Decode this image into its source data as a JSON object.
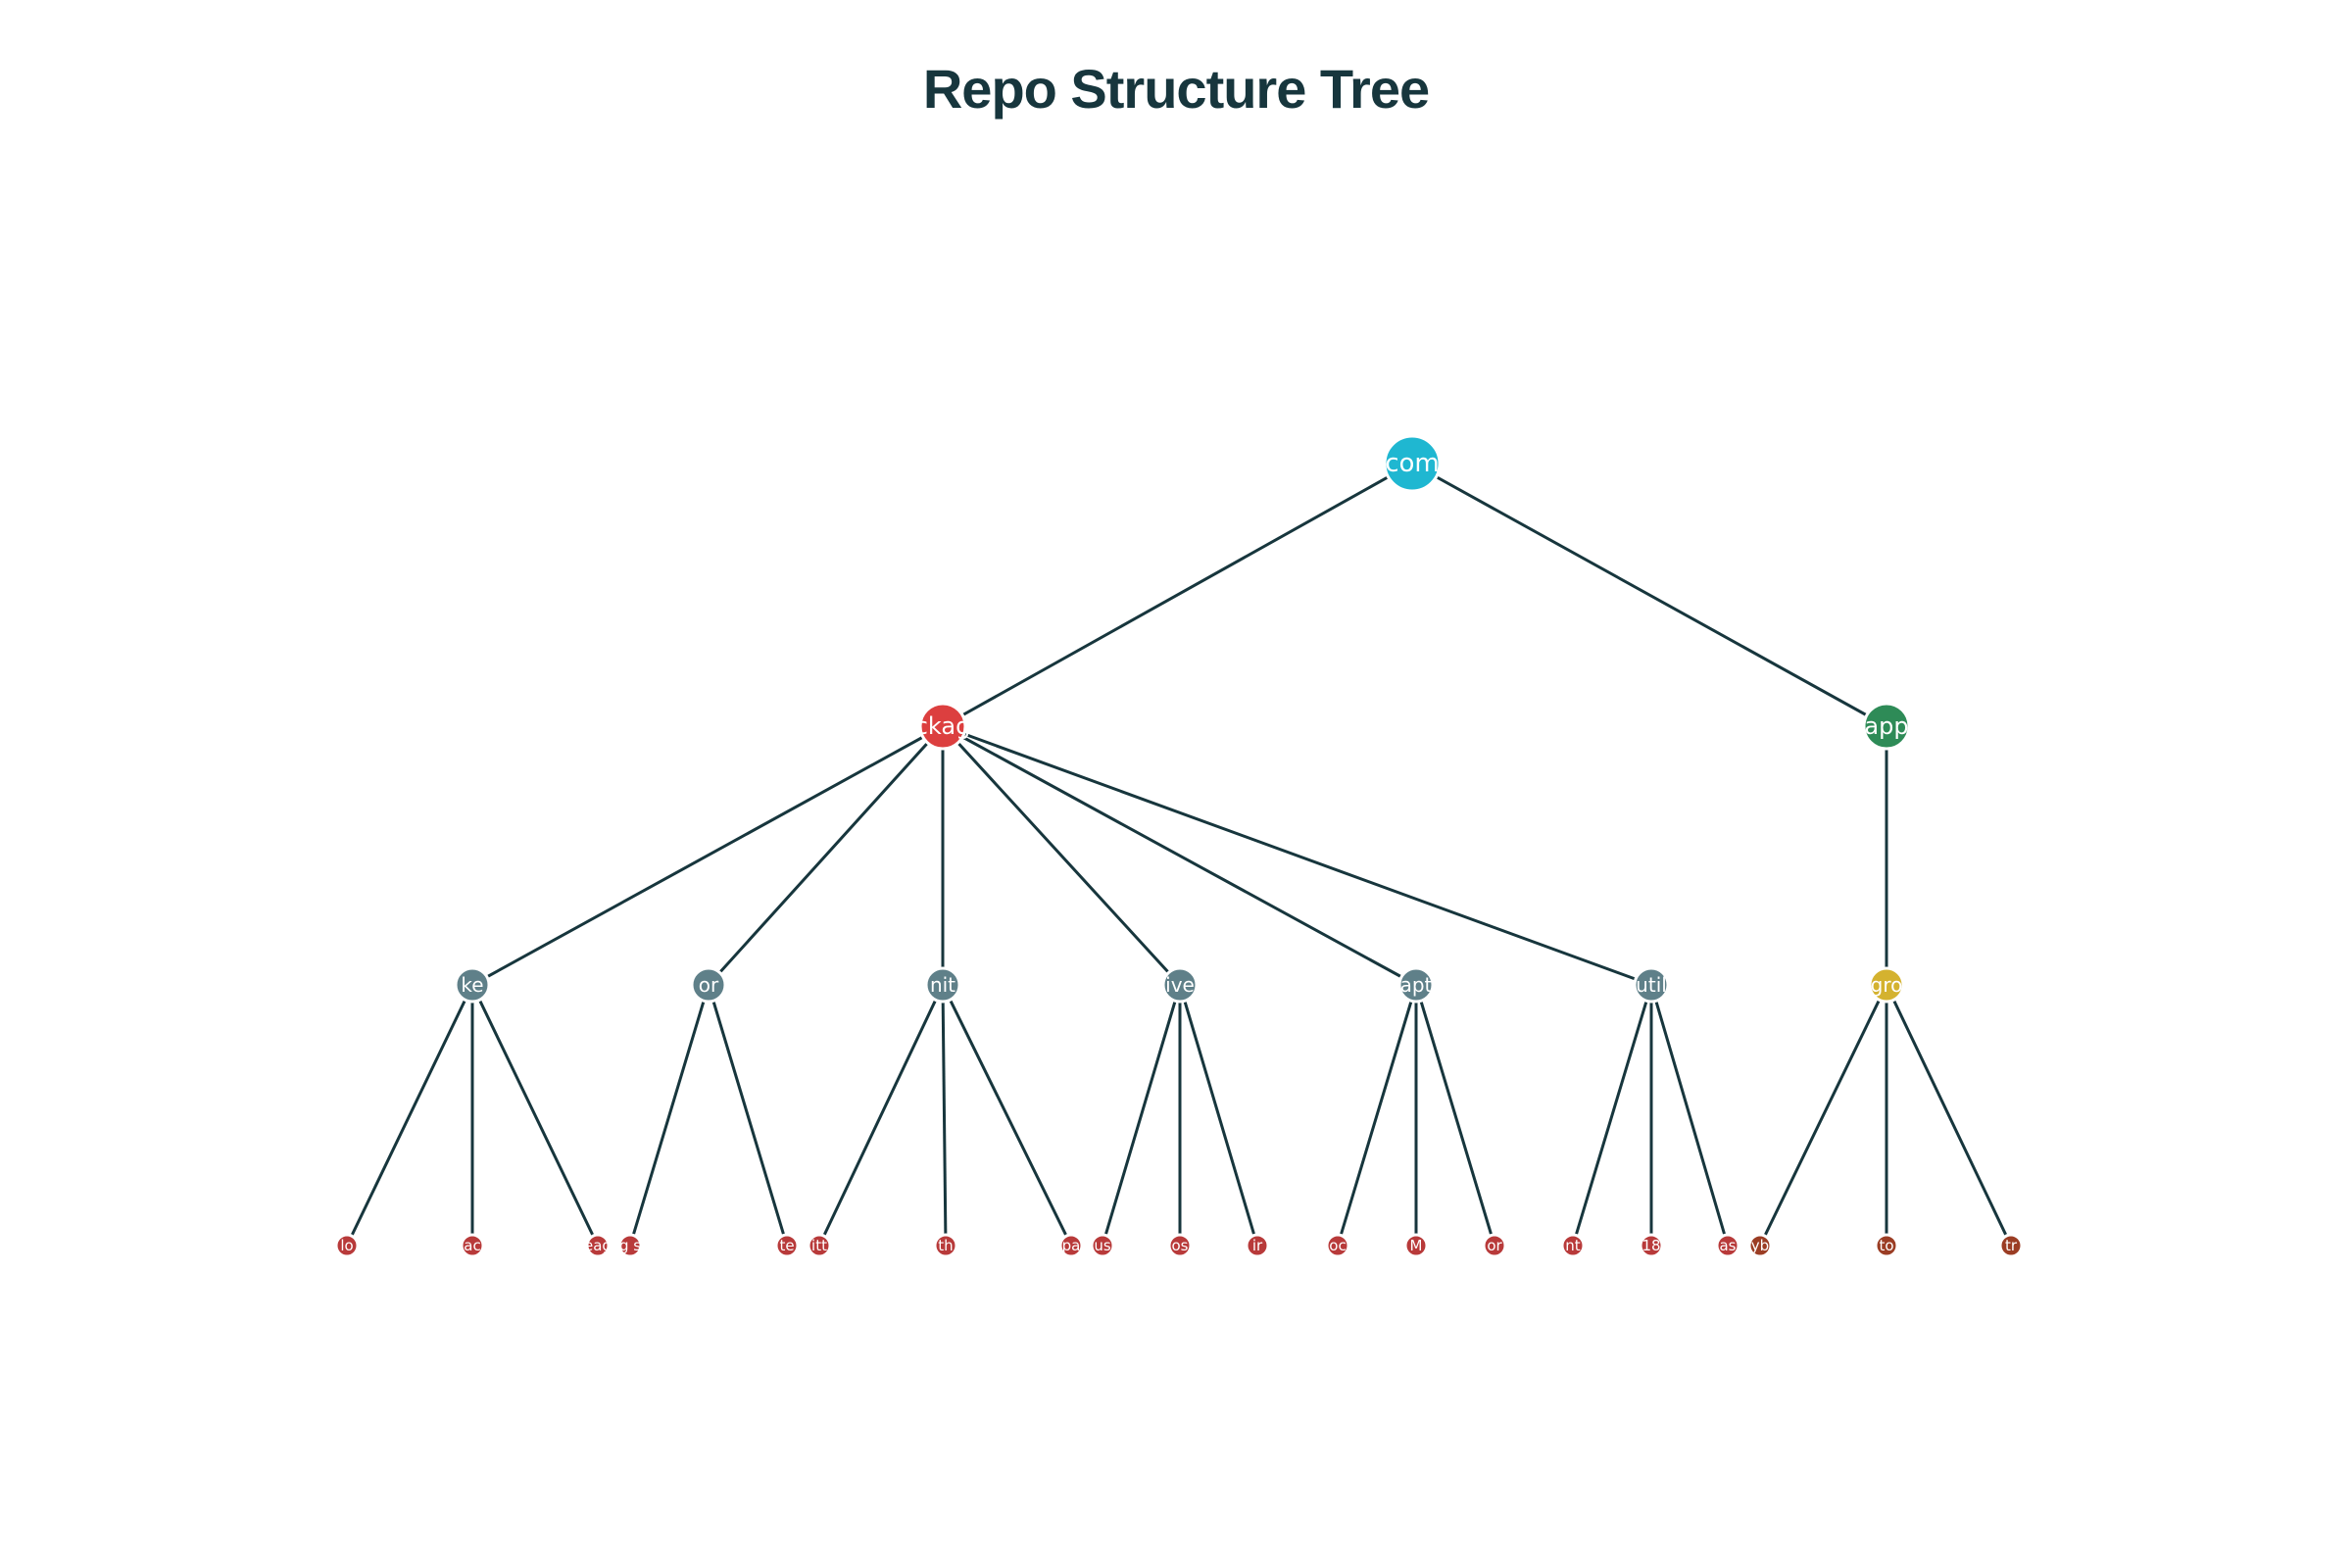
{
  "title": "Repo Structure Tree",
  "colors": {
    "edge": "#17363d",
    "root": "#1fb7d1",
    "packages": "#dc3f3f",
    "apps": "#2e8b57",
    "package_dir": "#5f8089",
    "app_dir": "#d4b22f",
    "package_file": "#b83a3a",
    "app_file": "#9b3d24"
  },
  "tree": {
    "label": "com",
    "kind": "root",
    "children": [
      {
        "label": "ckag",
        "kind": "packages",
        "children": [
          {
            "label": "ke",
            "kind": "package_dir",
            "children": [
              {
                "label": "lo",
                "kind": "package_file"
              },
              {
                "label": "ac",
                "kind": "package_file"
              },
              {
                "label": "eag",
                "kind": "package_file"
              }
            ]
          },
          {
            "label": "or",
            "kind": "package_dir",
            "children": [
              {
                "label": "g s",
                "kind": "package_file"
              },
              {
                "label": "te",
                "kind": "package_file"
              }
            ]
          },
          {
            "label": "nit",
            "kind": "package_dir",
            "children": [
              {
                "label": "itt",
                "kind": "package_file"
              },
              {
                "label": "th",
                "kind": "package_file"
              },
              {
                "label": "pa",
                "kind": "package_file"
              }
            ]
          },
          {
            "label": "ive",
            "kind": "package_dir",
            "children": [
              {
                "label": "us",
                "kind": "package_file"
              },
              {
                "label": "os",
                "kind": "package_file"
              },
              {
                "label": "ir",
                "kind": "package_file"
              }
            ]
          },
          {
            "label": "apt",
            "kind": "package_dir",
            "children": [
              {
                "label": "oc",
                "kind": "package_file"
              },
              {
                "label": "M",
                "kind": "package_file"
              },
              {
                "label": "or",
                "kind": "package_file"
              }
            ]
          },
          {
            "label": "util",
            "kind": "package_dir",
            "children": [
              {
                "label": "nt",
                "kind": "package_file"
              },
              {
                "label": "18",
                "kind": "package_file"
              },
              {
                "label": "as",
                "kind": "package_file"
              }
            ]
          }
        ]
      },
      {
        "label": "app",
        "kind": "apps",
        "children": [
          {
            "label": "gro",
            "kind": "app_dir",
            "children": [
              {
                "label": "yb",
                "kind": "app_file"
              },
              {
                "label": "to",
                "kind": "app_file"
              },
              {
                "label": "tr",
                "kind": "app_file"
              }
            ]
          }
        ]
      }
    ]
  }
}
